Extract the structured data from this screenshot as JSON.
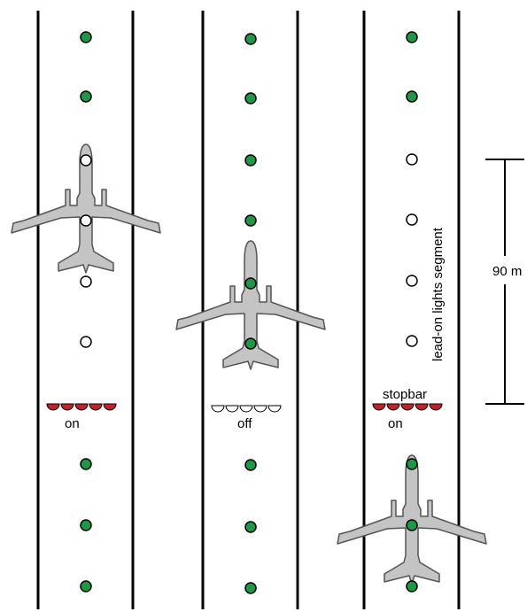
{
  "colors": {
    "taxiway_edge": "#000000",
    "light_green": "#1a9a45",
    "light_off": "#ffffff",
    "stopbar_on": "#c8202a",
    "aircraft_fill": "#c4c4c4",
    "aircraft_stroke": "#555555"
  },
  "panels": [
    {
      "stopbar_state": "on",
      "stopbar_label": ""
    },
    {
      "stopbar_state": "off",
      "stopbar_label": ""
    },
    {
      "stopbar_state": "on",
      "stopbar_label": "stopbar"
    }
  ],
  "segment_label": "lead-on lights segment",
  "distance_label": "90 m"
}
